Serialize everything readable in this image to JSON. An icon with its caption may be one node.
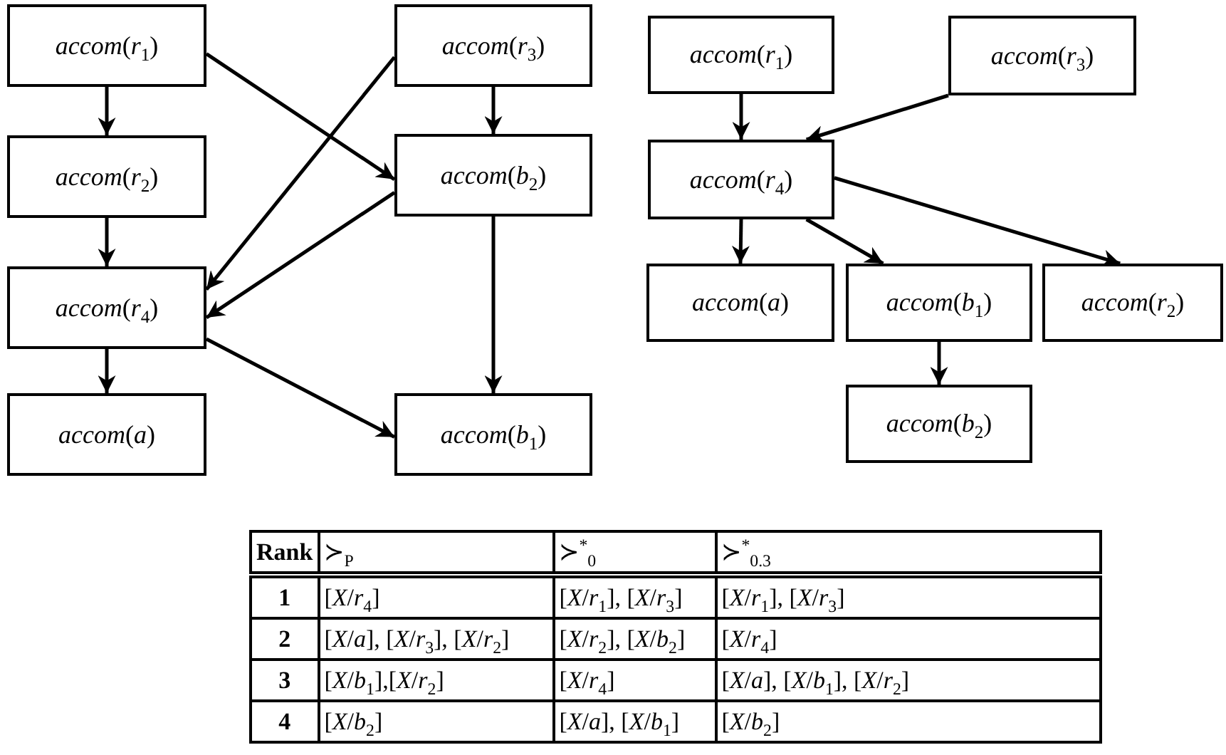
{
  "diagram": {
    "nodes": [
      {
        "text": [
          "*accom*(*r*$_{1}$)"
        ]
      },
      {
        "text": [
          "*accom*(*r*$_{3}$)"
        ]
      },
      {
        "text": [
          "*accom*(*r*$_{2}$)"
        ]
      },
      {
        "text": [
          "*accom*(*b*$_{2}$)"
        ]
      },
      {
        "text": [
          "*accom*(*r*$_{4}$)"
        ]
      },
      {
        "text": [
          "*accom*(*a*)"
        ]
      },
      {
        "text": [
          "*accom*(*b*$_{1}$)"
        ]
      },
      {
        "text": [
          "*accom*(*r*$_{1}$)"
        ]
      },
      {
        "text": [
          "*accom*(*r*$_{3}$)"
        ]
      },
      {
        "text": [
          "*accom*(*r*$_{4}$)"
        ]
      },
      {
        "text": [
          "*accom*(*a*)"
        ]
      },
      {
        "text": [
          "*accom*(*b*$_{1}$)"
        ]
      },
      {
        "text": [
          "*accom*(*r*$_{2}$)"
        ]
      },
      {
        "text": [
          "*accom*(*b*$_{2}$)"
        ]
      }
    ],
    "edges": [
      {
        "from": 0,
        "to": 2,
        "arrow": "to"
      },
      {
        "from": 0,
        "to": 3,
        "arrow": "to"
      },
      {
        "from": 1,
        "to": 3,
        "arrow": "to"
      },
      {
        "from": 1,
        "to": 4,
        "arrow": "to"
      },
      {
        "from": 2,
        "to": 4,
        "arrow": "to"
      },
      {
        "from": 3,
        "to": 4,
        "arrow": "to"
      },
      {
        "from": 3,
        "to": 6,
        "arrow": "to"
      },
      {
        "from": 4,
        "to": 5,
        "arrow": "to"
      },
      {
        "from": 4,
        "to": 6,
        "arrow": "to"
      },
      {
        "from": 7,
        "to": 9,
        "arrow": "to"
      },
      {
        "from": 8,
        "to": 9,
        "arrow": "to"
      },
      {
        "from": 9,
        "to": 10,
        "arrow": "to"
      },
      {
        "from": 9,
        "to": 11,
        "arrow": "to"
      },
      {
        "from": 9,
        "to": 12,
        "arrow": "to"
      },
      {
        "from": 11,
        "to": 13,
        "arrow": "to"
      }
    ],
    "labels": [
      "Rank",
      "≻$_{P}$",
      "≻$^{*}$$_{0}$",
      "≻$^{*}$$_{0.3}$",
      "1",
      "[*X*/*r*$_{4}$]",
      "[*X*/*r*$_{1}$], [*X*/*r*$_{3}$]",
      "[*X*/*r*$_{1}$], [*X*/*r*$_{3}$]",
      "2",
      "[*X*/*a*], [*X*/*r*$_{3}$], [*X*/*r*$_{2}$]",
      "[*X*/*r*$_{2}$], [*X*/*b*$_{2}$]",
      "[*X*/*r*$_{4}$]",
      "3",
      "[*X*/*b*$_{1}$],[*X*/*r*$_{2}$]",
      "[*X*/*r*$_{4}$]",
      "[*X*/*a*], [*X*/*b*$_{1}$], [*X*/*r*$_{2}$]",
      "4",
      "[*X*/*b*$_{2}$]",
      "[*X*/*a*], [*X*/*b*$_{1}$]",
      "[*X*/*b*$_{2}$]"
    ]
  }
}
